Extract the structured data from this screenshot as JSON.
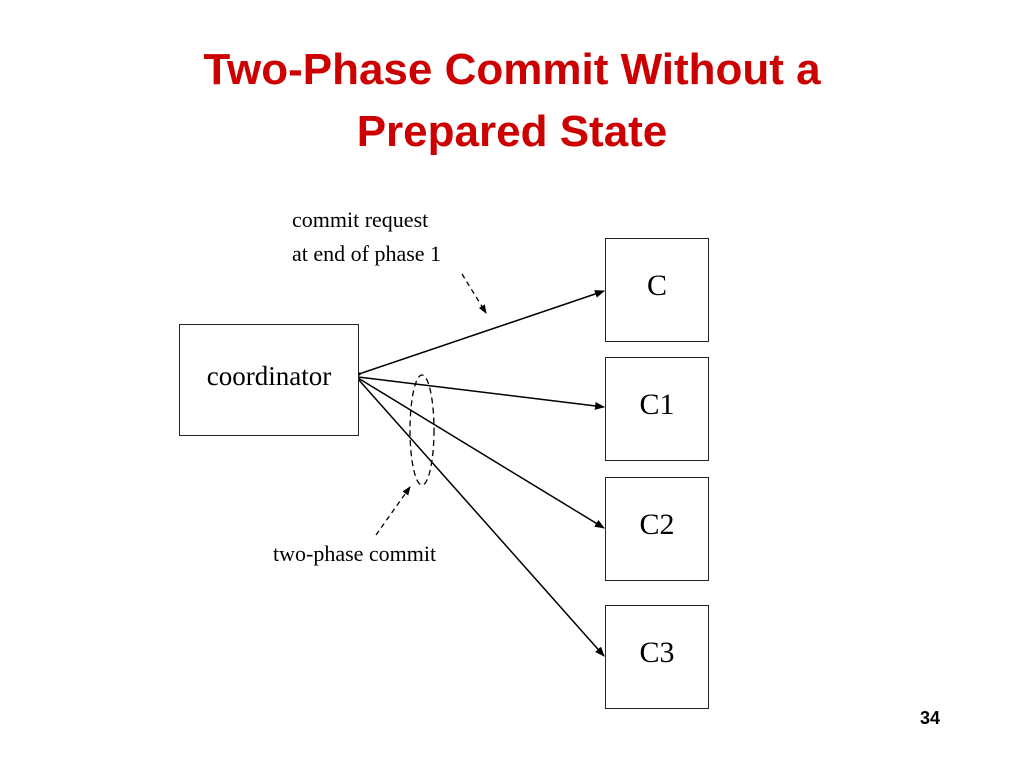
{
  "title": {
    "line1": "Two-Phase Commit Without a",
    "line2": "Prepared State"
  },
  "diagram": {
    "coordinator": "coordinator",
    "participants": [
      "C",
      "C1",
      "C2",
      "C3"
    ],
    "annotations": {
      "commit_request": [
        "commit request",
        "at end of phase 1"
      ],
      "two_phase_commit": "two-phase commit"
    }
  },
  "page_number": "34",
  "colors": {
    "title": "#cc0000",
    "stroke": "#000000"
  }
}
